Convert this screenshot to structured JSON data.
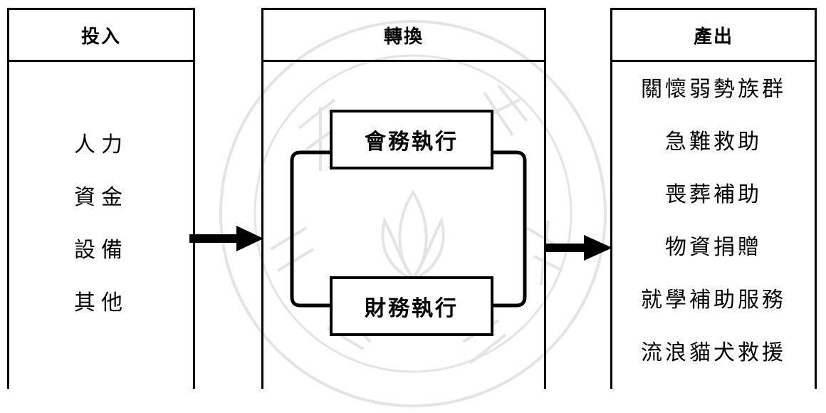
{
  "input": {
    "header": "投入",
    "items": [
      "人力",
      "資金",
      "設備",
      "其他"
    ]
  },
  "transform": {
    "header": "轉換",
    "processes": [
      "會務執行",
      "財務執行"
    ]
  },
  "output": {
    "header": "產出",
    "items": [
      "關懷弱勢族群",
      "急難救助",
      "喪葬補助",
      "物資捐贈",
      "就學補助服務",
      "流浪貓犬救援"
    ]
  },
  "colors": {
    "line": "#000000",
    "watermark": "#e4e4e4",
    "background": "#ffffff"
  },
  "icons": {
    "watermark": "university-seal-watermark",
    "arrows": "right-arrow-icon"
  }
}
